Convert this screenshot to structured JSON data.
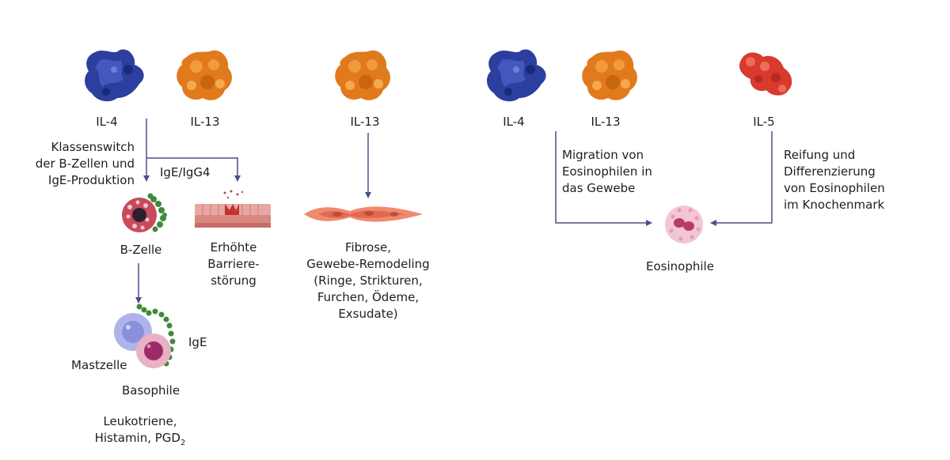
{
  "cytokines": {
    "il4_a": "IL-4",
    "il13_a": "IL-13",
    "il13_b": "IL-13",
    "il4_b": "IL-4",
    "il13_c": "IL-13",
    "il5": "IL-5"
  },
  "labels": {
    "class_switch": [
      "Klassenswitch",
      "der B-Zellen und",
      "IgE-Produktion"
    ],
    "ige_igg4": "IgE/IgG4",
    "b_cell": "B-Zelle",
    "barrier": [
      "Erhöhte",
      "Barriere-",
      "störung"
    ],
    "fibrosis": [
      "Fibrose,",
      "Gewebe-Remodeling",
      "(Ringe, Strikturen,",
      "Furchen, Ödeme,",
      "Exsudate)"
    ],
    "migration": [
      "Migration von",
      "Eosinophilen in",
      "das Gewebe"
    ],
    "maturation": [
      "Reifung und",
      "Differenzierung",
      "von Eosinophilen",
      "im Knochenmark"
    ],
    "eosinophil": "Eosinophile",
    "ige": "IgE",
    "mast_cell": "Mastzelle",
    "basophil": "Basophile",
    "mediators_line1": "Leukotriene,",
    "mediators_line2_prefix": "Histamin, PGD",
    "mediators_line2_sub": "2"
  },
  "colors": {
    "il4": "#2c3e9e",
    "il13": "#e07a1c",
    "il5": "#d83a2e",
    "arrow": "#4a4f8c"
  },
  "icons": {
    "il4": "protein-blob-blue",
    "il13": "protein-blob-orange",
    "il5": "protein-blob-red",
    "b_cell": "b-cell-with-antibodies",
    "barrier": "epithelium-tissue",
    "fibrosis": "fibroblast-tissue",
    "eosinophil": "eosinophil-cell",
    "mast_basophil": "mast-cell-and-basophil"
  }
}
